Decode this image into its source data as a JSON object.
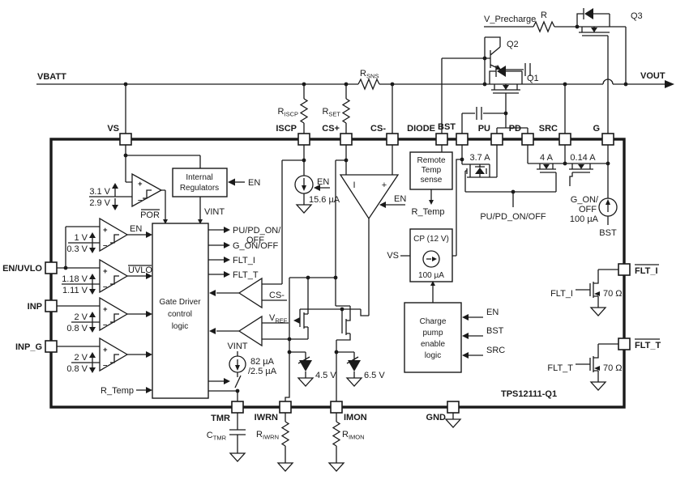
{
  "labels": {
    "vbatt": "VBATT",
    "vout": "VOUT",
    "vprecharge": "V_Precharge",
    "r_ext": "R",
    "q1": "Q1",
    "q2": "Q2",
    "q3": "Q3",
    "res_prefix": "R",
    "cap_prefix": "C",
    "sub_sns": "SNS",
    "sub_iscp": "ISCP",
    "sub_set": "SET",
    "sub_iwrn": "IWRN",
    "sub_imon": "IMON",
    "sub_tmr": "TMR",
    "sub_ref": "REF",
    "vref_prefix": "V",
    "pin_vs": "VS",
    "pin_iscp": "ISCP",
    "pin_csp": "CS+",
    "pin_csn": "CS-",
    "pin_diode": "DIODE",
    "pin_bst": "BST",
    "pin_pu": "PU",
    "pin_pd": "PD",
    "pin_src": "SRC",
    "pin_g": "G",
    "pin_tmr": "TMR",
    "pin_iwrn": "IWRN",
    "pin_imon": "IMON",
    "pin_gnd": "GND",
    "pin_enuvlo": "EN/UVLO",
    "pin_inp": "INP",
    "pin_inpg": "INP_G",
    "pin_flti": "FLT_I",
    "pin_fltt": "FLT_T",
    "v31": "3.1 V",
    "v29": "2.9 V",
    "por": "POR",
    "v1": "1 V",
    "v03": "0.3 V",
    "v118": "1.18 V",
    "v111": "1.11 V",
    "uvlo": "UVLO",
    "v2": "2 V",
    "v08": "0.8 V",
    "en": "EN",
    "vint": "VINT",
    "reg1": "Internal",
    "reg2": "Regulators",
    "gd1": "Gate Driver",
    "gd2": "control",
    "gd3": "logic",
    "pupd_a": "PU/PD_ON/",
    "off": "OFF",
    "gonoff": "G_ON/OFF",
    "flt_i": "FLT_I",
    "flt_t": "FLT_T",
    "cs_minus": "CS-",
    "rtemp": "R_Temp",
    "i156": "15.6 µA",
    "i82": "82 µA",
    "i25": "/2.5 µA",
    "amp_i": "I",
    "plus": "+",
    "rts1": "Remote",
    "rts2": "Temp",
    "rts3": "sense",
    "cp_title": "CP (12 V)",
    "i100": "100 µA",
    "cpe1": "Charge",
    "cpe2": "pump",
    "cpe3": "enable",
    "i37": "3.7 A",
    "i4": "4 A",
    "i014": "0.14 A",
    "pupd_full": "PU/PD_ON/OFF",
    "gon1": "G_ON/",
    "bst": "BST",
    "src": "SRC",
    "z45": "4.5 V",
    "z65": "6.5 V",
    "r70": "70 Ω",
    "part": "TPS12111-Q1"
  }
}
